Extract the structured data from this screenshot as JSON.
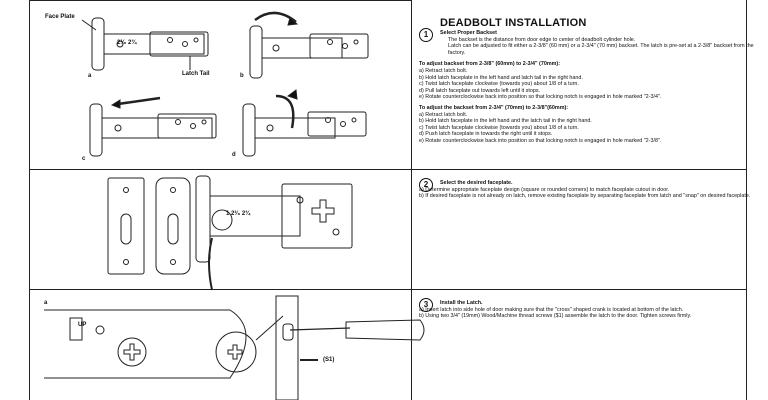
{
  "title": "DEADBOLT INSTALLATION",
  "labels": {
    "face_plate": "Face Plate",
    "latch_tail": "Latch Tail",
    "a": "a",
    "b": "b",
    "c": "c",
    "d": "d",
    "a2": "a",
    "s1": "(S1)",
    "up": "UP",
    "tick1": "2³⁄₈",
    "tick2": "2¾",
    "tick3": "1 2³⁄₈  2¾"
  },
  "steps": [
    {
      "number": "1",
      "heading": "Select Proper Backset",
      "intro": [
        "The backset is the distance from door edge to center of deadbolt cylinder hole.",
        "Latch can be adjusted to fit either a 2-3/8\" (60 mm) or a 2-3/4\" (70 mm) backset.  The latch is pre-set at a 2-3/8\" backset from the factory."
      ],
      "groups": [
        {
          "title": "To adjust backset  from 2-3/8\" (60mm) to 2-3/4\" (70mm):",
          "items": [
            "a) Retract latch bolt.",
            "b) Hold latch faceplate in the left hand and latch tail in the right hand.",
            "c) Twist latch faceplate clockwise (towards you) about 1/8 of a turn.",
            "d) Pull latch faceplate out towards left until it stops.",
            "e) Rotate counterclockwise back into position so that locking notch is engaged in hole marked \"2-3/4\"."
          ]
        },
        {
          "title": "To adjust the backset from 2-3/4\" (70mm) to 2-3/8\"(60mm):",
          "items": [
            "a) Retract latch bolt.",
            "b) Hold latch faceplate in the left hand and the latch tail in the right hand.",
            "c) Twist latch faceplate clockwise (towards you) about 1/8 of a turn.",
            "d) Push latch faceplate in towards the right until it stops.",
            "e) Rotate counterclockwise back into position so that locking notch is engaged in hole marked \"2-3/8\"."
          ]
        }
      ]
    },
    {
      "number": "2",
      "heading": "Select the desired faceplate.",
      "items": [
        "a) Determine appropriate faceplate design (square or rounded corners) to match faceplate cutout in door.",
        "b) If desired faceplate is not already on latch, remove existing faceplate by separating faceplate from latch and \"snap\" on desired faceplate."
      ]
    },
    {
      "number": "3",
      "heading": "Install the Latch.",
      "items": [
        "a) Insert latch into side hole of door making sure that the \"cross\" shaped crank is located at bottom of the latch.",
        "b) Using two 3/4\"  (19mm) Wood/Machine thread screws ($1) assemble the latch to the door.  Tighten screws firmly."
      ]
    }
  ]
}
